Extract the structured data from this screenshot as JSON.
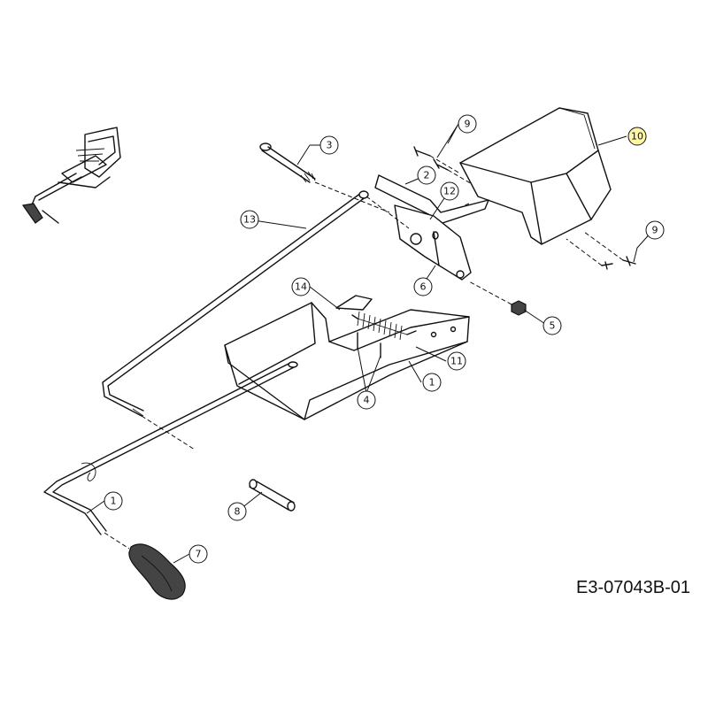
{
  "drawing_code": "E3-07043B-01",
  "callouts": [
    {
      "id": "c-1a",
      "label": "1"
    },
    {
      "id": "c-1b",
      "label": "1"
    },
    {
      "id": "c-2",
      "label": "2"
    },
    {
      "id": "c-3",
      "label": "3"
    },
    {
      "id": "c-4",
      "label": "4"
    },
    {
      "id": "c-5",
      "label": "5"
    },
    {
      "id": "c-6",
      "label": "6"
    },
    {
      "id": "c-7",
      "label": "7"
    },
    {
      "id": "c-8",
      "label": "8"
    },
    {
      "id": "c-9a",
      "label": "9"
    },
    {
      "id": "c-9b",
      "label": "9"
    },
    {
      "id": "c-10",
      "label": "10",
      "highlight": "#fff7a8"
    },
    {
      "id": "c-11",
      "label": "11"
    },
    {
      "id": "c-12",
      "label": "12"
    },
    {
      "id": "c-13",
      "label": "13"
    },
    {
      "id": "c-14",
      "label": "14"
    }
  ]
}
